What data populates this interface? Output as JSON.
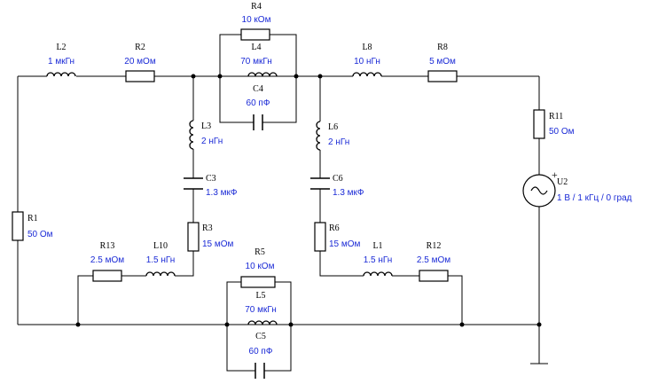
{
  "components": {
    "R1": {
      "ref": "R1",
      "value": "50 Ом"
    },
    "L2": {
      "ref": "L2",
      "value": "1 мкГн"
    },
    "R2": {
      "ref": "R2",
      "value": "20 мОм"
    },
    "R4": {
      "ref": "R4",
      "value": "10 кОм"
    },
    "L4": {
      "ref": "L4",
      "value": "70 мкГн"
    },
    "C4": {
      "ref": "C4",
      "value": "60 пФ"
    },
    "L8": {
      "ref": "L8",
      "value": "10 нГн"
    },
    "R8": {
      "ref": "R8",
      "value": "5 мОм"
    },
    "R11": {
      "ref": "R11",
      "value": "50 Ом"
    },
    "U2": {
      "ref": "U2",
      "value": "1 В / 1 кГц / 0 град"
    },
    "L3": {
      "ref": "L3",
      "value": "2 нГн"
    },
    "C3": {
      "ref": "C3",
      "value": "1.3 мкФ"
    },
    "R3": {
      "ref": "R3",
      "value": "15 мОм"
    },
    "L6": {
      "ref": "L6",
      "value": "2 нГн"
    },
    "C6": {
      "ref": "C6",
      "value": "1.3 мкФ"
    },
    "R6": {
      "ref": "R6",
      "value": "15 мОм"
    },
    "R13": {
      "ref": "R13",
      "value": "2.5 мОм"
    },
    "L10": {
      "ref": "L10",
      "value": "1.5 нГн"
    },
    "R5": {
      "ref": "R5",
      "value": "10 кОм"
    },
    "L5": {
      "ref": "L5",
      "value": "70 мкГн"
    },
    "C5": {
      "ref": "C5",
      "value": "60 пФ"
    },
    "L1": {
      "ref": "L1",
      "value": "1.5 нГн"
    },
    "R12": {
      "ref": "R12",
      "value": "2.5 мОм"
    }
  },
  "symbols": {
    "plus_sign": "+"
  }
}
